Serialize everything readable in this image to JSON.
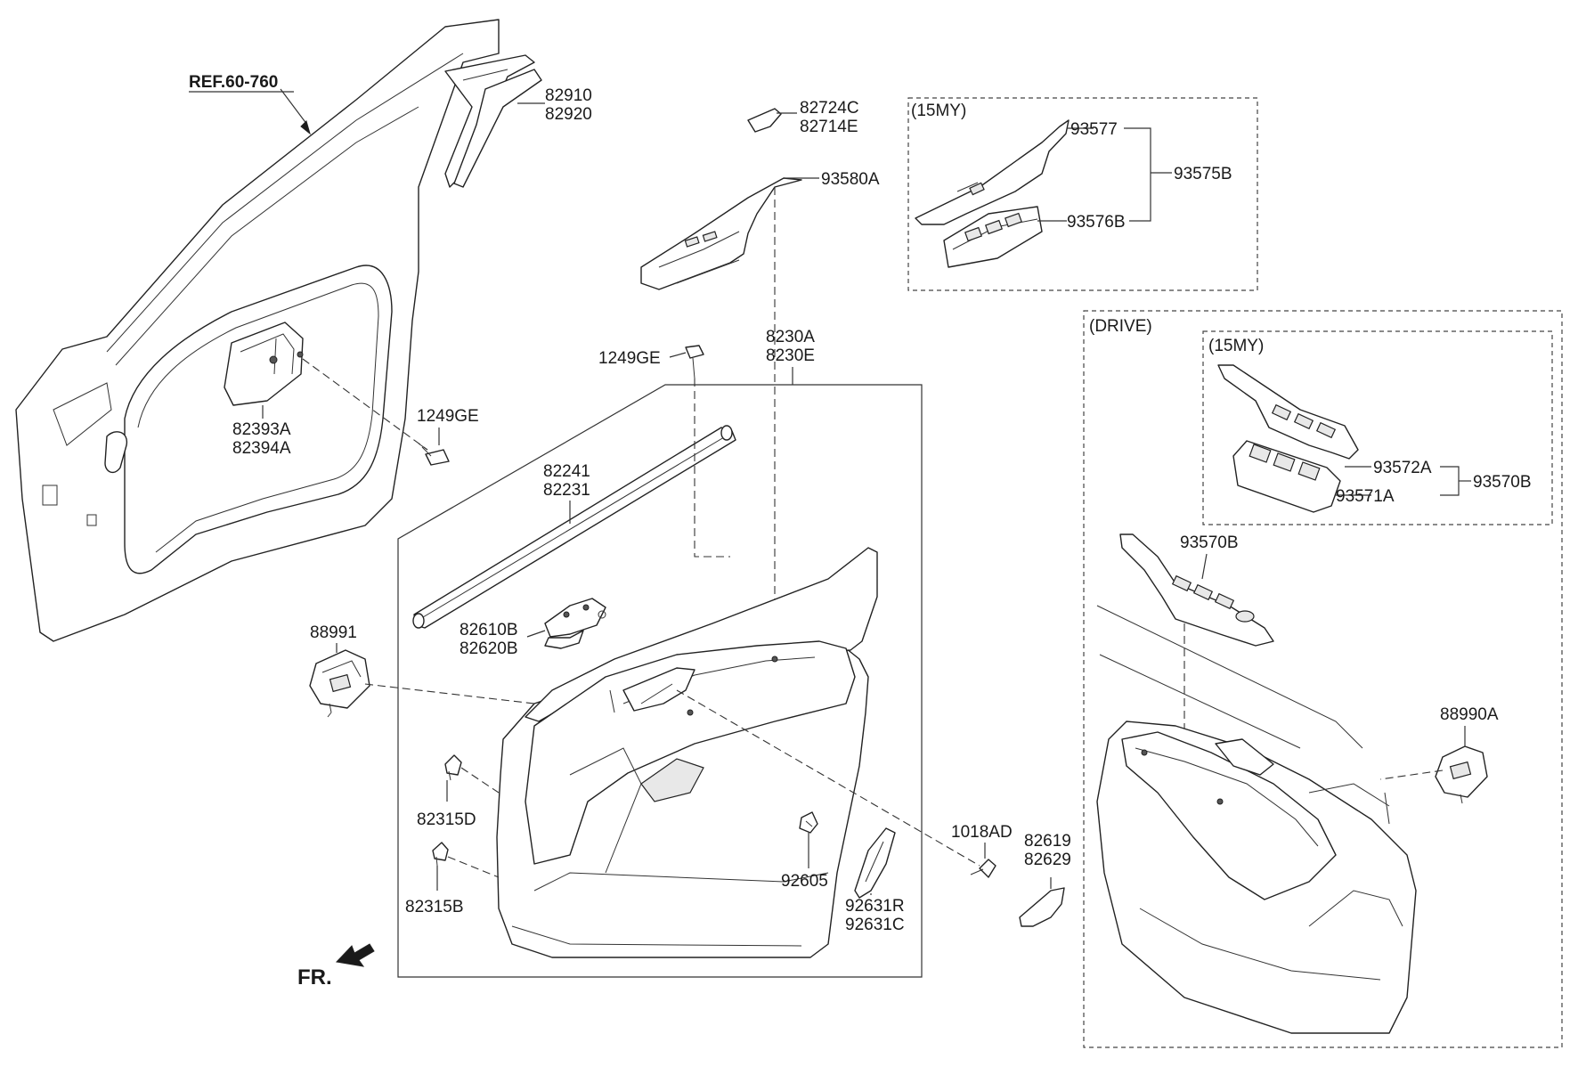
{
  "reference": "REF.60-760",
  "front_marker": "FR.",
  "variants": {
    "15my_top": "(15MY)",
    "drive": "(DRIVE)",
    "15my_drive": "(15MY)"
  },
  "parts": {
    "p82910": "82910",
    "p82920": "82920",
    "p82724C": "82724C",
    "p82714E": "82714E",
    "p93580A": "93580A",
    "p93577": "93577",
    "p93575B": "93575B",
    "p93576B": "93576B",
    "p82393A": "82393A",
    "p82394A": "82394A",
    "p1249GE_a": "1249GE",
    "p1249GE_b": "1249GE",
    "p8230A": "8230A",
    "p8230E": "8230E",
    "p82241": "82241",
    "p82231": "82231",
    "p82610B": "82610B",
    "p82620B": "82620B",
    "p88991": "88991",
    "p82315D": "82315D",
    "p82315B": "82315B",
    "p92605": "92605",
    "p92631R": "92631R",
    "p92631C": "92631C",
    "p1018AD": "1018AD",
    "p82619": "82619",
    "p82629": "82629",
    "p93572A": "93572A",
    "p93570B_a": "93570B",
    "p93571A": "93571A",
    "p93570B_b": "93570B",
    "p88990A": "88990A"
  }
}
